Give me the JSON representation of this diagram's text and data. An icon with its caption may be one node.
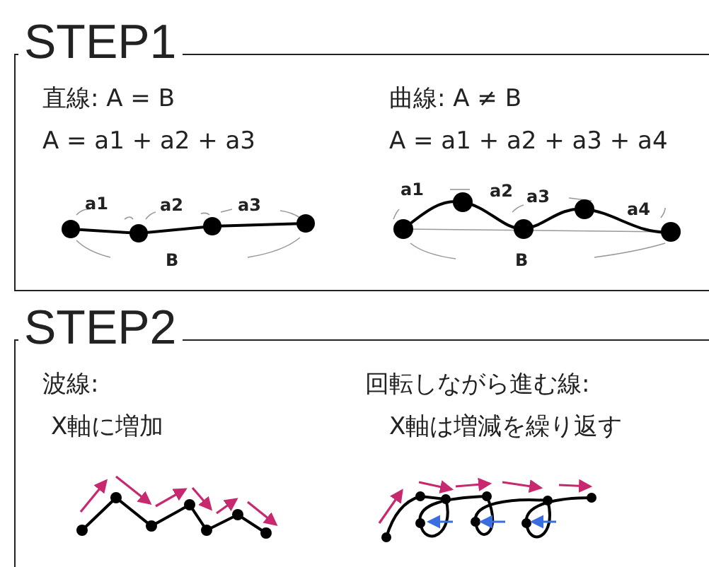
{
  "diagram": {
    "nodes": [
      {
        "text": [
          "STEP1"
        ]
      },
      {
        "text": [
          "STEP2"
        ]
      }
    ],
    "edges": [],
    "labels": [
      "直線: A = B",
      "A = a1 + a2 + a3",
      "a1",
      "a2",
      "a3",
      "B",
      "曲線: A ≠ B",
      "A = a1 + a2 + a3 + a4",
      "a1",
      "a2",
      "a3",
      "a4",
      "B",
      "波線:",
      "X軸に増加",
      "回転しながら進む線:",
      "X軸は増減を繰り返す"
    ]
  }
}
